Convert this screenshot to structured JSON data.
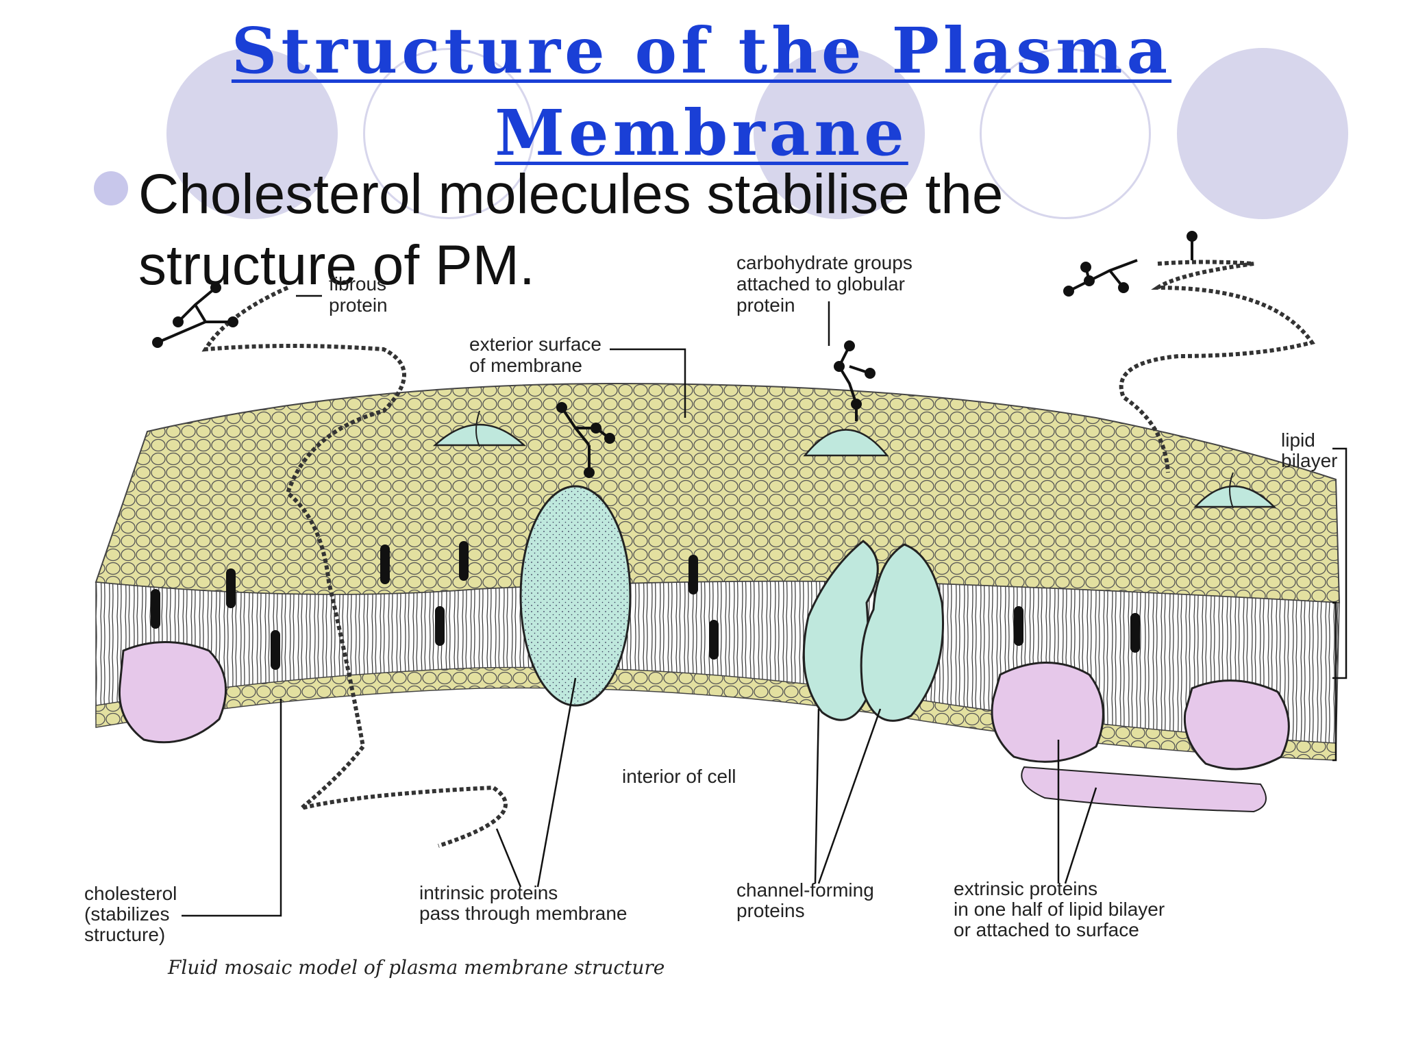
{
  "slide": {
    "title_line1": "Structure of the Plasma",
    "title_line2": "Membrane",
    "bullet": "Cholesterol molecules stabilise the structure of PM."
  },
  "diagram": {
    "labels": {
      "fibrous_protein_1": "fibrous",
      "fibrous_protein_2": "protein",
      "carbohydrate_1": "carbohydrate groups",
      "carbohydrate_2": "attached to globular",
      "carbohydrate_3": "protein",
      "exterior_1": "exterior surface",
      "exterior_2": "of membrane",
      "lipid_1": "lipid",
      "lipid_2": "bilayer",
      "interior": "interior of cell",
      "cholesterol_1": "cholesterol",
      "cholesterol_2": "(stabilizes",
      "cholesterol_3": "structure)",
      "intrinsic_1": "intrinsic proteins",
      "intrinsic_2": "pass through membrane",
      "channel_1": "channel-forming",
      "channel_2": "proteins",
      "extrinsic_1": "extrinsic proteins",
      "extrinsic_2": "in one half of lipid bilayer",
      "extrinsic_3": "or attached to surface",
      "caption": "Fluid mosaic model of plasma membrane structure"
    },
    "colors": {
      "lipid_head": "#e3e0a0",
      "protein": "#bfe8dd",
      "extrinsic_protein": "#e6c8ea",
      "outline": "#222222"
    }
  }
}
